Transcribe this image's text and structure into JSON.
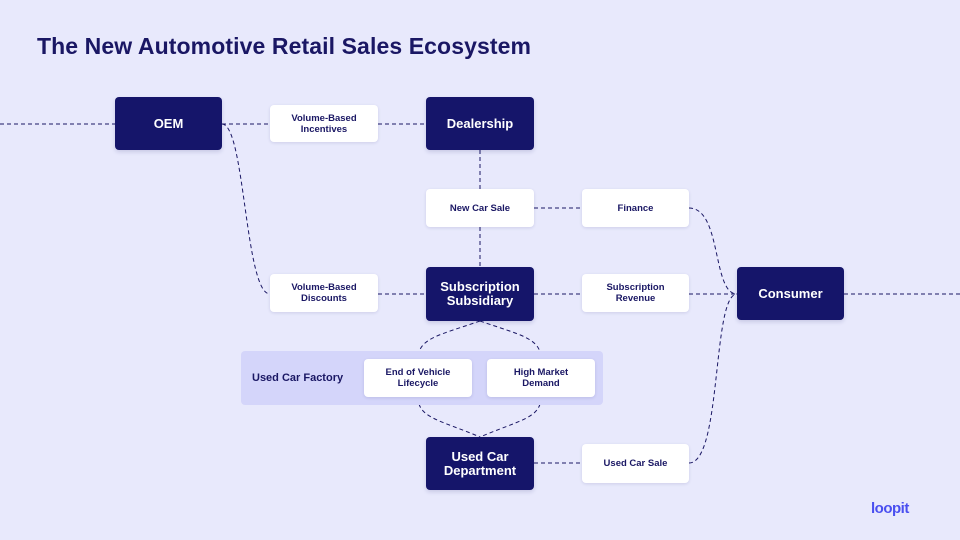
{
  "title": "The New Automotive Retail Sales Ecosystem",
  "colors": {
    "background": "#e8e9fc",
    "dark_node": "#15156a",
    "light_node": "#ffffff",
    "group": "#d4d5fa",
    "text_dark": "#1a1764",
    "logo": "#4a4ff0"
  },
  "nodes": {
    "oem": "OEM",
    "dealership": "Dealership",
    "volume_incentives": "Volume-Based\nIncentives",
    "new_car_sale": "New Car Sale",
    "finance": "Finance",
    "volume_discounts": "Volume-Based\nDiscounts",
    "subscription_subsidiary": "Subscription\nSubsidiary",
    "subscription_revenue": "Subscription\nRevenue",
    "consumer": "Consumer",
    "end_of_lifecycle": "End of Vehicle\nLifecycle",
    "high_demand": "High Market\nDemand",
    "used_car_department": "Used Car\nDepartment",
    "used_car_sale": "Used Car Sale"
  },
  "group": {
    "label": "Used Car Factory"
  },
  "logo": "loopit"
}
